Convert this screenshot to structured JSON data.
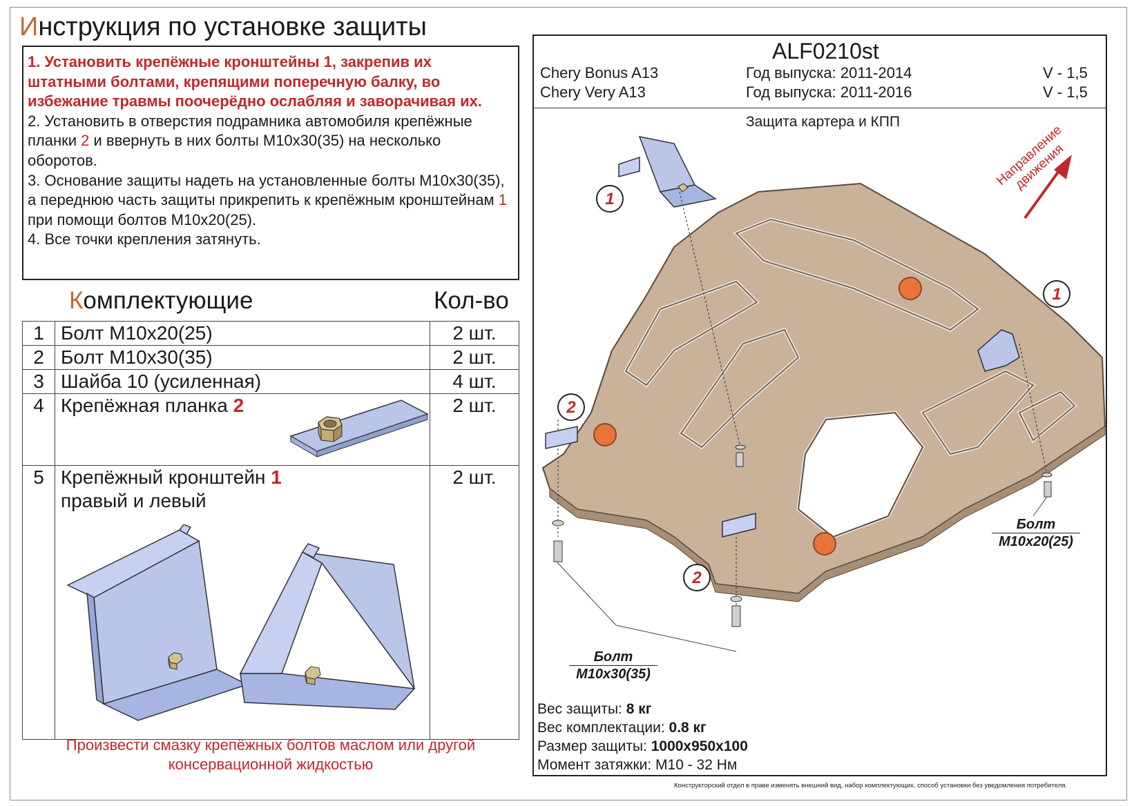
{
  "title": {
    "first_letter": "И",
    "rest": "нструкция по установке защиты"
  },
  "instructions": {
    "s1_red": "1. Установить крепёжные кронштейны 1, закрепив их штатными болтами, крепящими поперечную балку, во избежание травмы поочерёдно ослабляя и заворачивая их.",
    "s2_a": "2. Установить в отверстия подрамника автомобиля крепёжные планки ",
    "s2_num": "2",
    "s2_b": " и ввернуть в них болты M10х30(35) на несколько оборотов.",
    "s3_a": "3. Основание защиты надеть на установленные болты M10х30(35), а переднюю часть защиты прикрепить к крепёжным кронштейнам ",
    "s3_num": "1",
    "s3_b": " при помощи болтов M10х20(25).",
    "s4": "4. Все точки крепления затянуть."
  },
  "kit": {
    "heading_first": "К",
    "heading_rest": "омплектующие",
    "qty_heading": "Кол-во",
    "rows": [
      {
        "n": "1",
        "name": "Болт M10х20(25)",
        "tag": "",
        "qty": "2 шт."
      },
      {
        "n": "2",
        "name": "Болт M10х30(35)",
        "tag": "",
        "qty": "2 шт."
      },
      {
        "n": "3",
        "name": "Шайба 10  (усиленная)",
        "tag": "",
        "qty": "4 шт."
      },
      {
        "n": "4",
        "name": "Крепёжная планка ",
        "tag": "2",
        "qty": "2 шт."
      },
      {
        "n": "5",
        "name": "Крепёжный кронштейн ",
        "tag": "1",
        "name2": "правый и левый",
        "qty": "2 шт."
      }
    ]
  },
  "note": "Произвести смазку крепёжных болтов маслом или другой консервационной жидкостью",
  "product": {
    "code": "ALF0210st",
    "cars": [
      {
        "model": "Chery Bonus A13",
        "year_label": "Год выпуска: 2011-2014",
        "engine": "V - 1,5"
      },
      {
        "model": "Chery Very A13",
        "year_label": "Год выпуска: 2011-2016",
        "engine": "V - 1,5"
      }
    ],
    "protection": "Защита картера и КПП"
  },
  "diagram": {
    "direction": "Направление движения",
    "callouts": [
      "1",
      "1",
      "2",
      "2"
    ],
    "bolt_short": {
      "line1": "Болт",
      "line2": "M10х20(25)"
    },
    "bolt_long": {
      "line1": "Болт",
      "line2": "M10х30(35)"
    }
  },
  "specs": {
    "weight_label": "Вес защиты: ",
    "weight": "8 кг",
    "kit_weight_label": "Вес комплектации: ",
    "kit_weight": "0.8 кг",
    "size_label": "Размер защиты: ",
    "size": "1000х950х100",
    "torque_label": "Момент затяжки: М10 - 32 Нм"
  },
  "footer": "Конструкторский отдел в праве изменять внешний вид, набор комплектующих, способ установки без уведомления потребителя.",
  "colors": {
    "accent_red": "#c0282d",
    "title_orange": "#c46a2c",
    "plate": "#c9b19a",
    "bracket": "#b9c6ea",
    "logo": "#e8743b"
  }
}
